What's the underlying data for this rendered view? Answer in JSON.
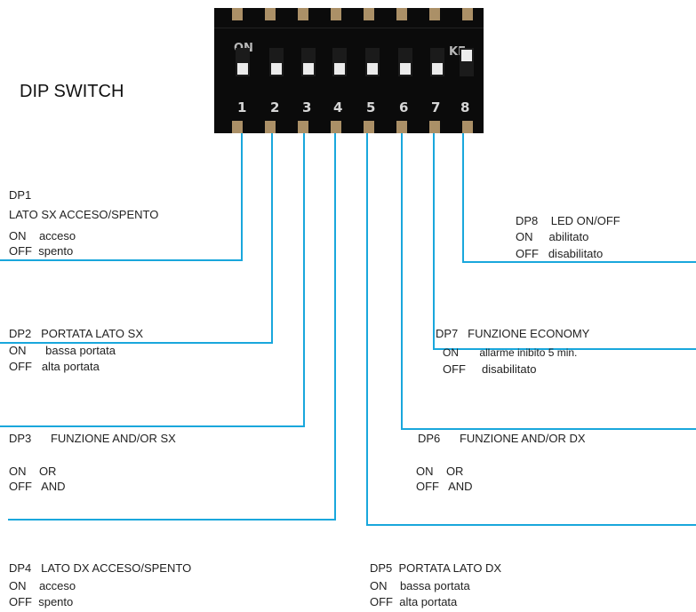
{
  "title": "DIP SWITCH",
  "switch_photo": {
    "on_label": "ON",
    "brand_label": "KE",
    "numbers": [
      "1",
      "2",
      "3",
      "4",
      "5",
      "6",
      "7",
      "8"
    ],
    "states": [
      "off",
      "off",
      "off",
      "off",
      "off",
      "off",
      "off",
      "on"
    ]
  },
  "colors": {
    "line": "#19a7dc",
    "text": "#222222",
    "background": "#ffffff"
  },
  "switches": [
    {
      "id": "dp1",
      "lines": [
        "DP1",
        "LATO SX ACCESO/SPENTO",
        "ON    acceso",
        "OFF  spento"
      ]
    },
    {
      "id": "dp2",
      "lines": [
        "DP2   PORTATA LATO SX",
        "ON      bassa portata",
        "OFF   alta portata"
      ]
    },
    {
      "id": "dp3",
      "lines": [
        "DP3      FUNZIONE AND/OR SX",
        "ON    OR",
        "OFF   AND"
      ]
    },
    {
      "id": "dp4",
      "lines": [
        "DP4   LATO DX ACCESO/SPENTO",
        "ON    acceso",
        "OFF  spento"
      ]
    },
    {
      "id": "dp5",
      "lines": [
        "DP5  PORTATA LATO DX",
        "ON    bassa portata",
        "OFF  alta portata"
      ]
    },
    {
      "id": "dp6",
      "lines": [
        "DP6      FUNZIONE AND/OR DX",
        "ON    OR",
        "OFF   AND"
      ]
    },
    {
      "id": "dp7",
      "lines": [
        "DP7   FUNZIONE ECONOMY",
        "ON       allarme inibito 5 min.",
        "OFF     disabilitato"
      ]
    },
    {
      "id": "dp8",
      "lines": [
        "DP8    LED ON/OFF",
        "ON     abilitato",
        "OFF   disabilitato"
      ]
    }
  ]
}
